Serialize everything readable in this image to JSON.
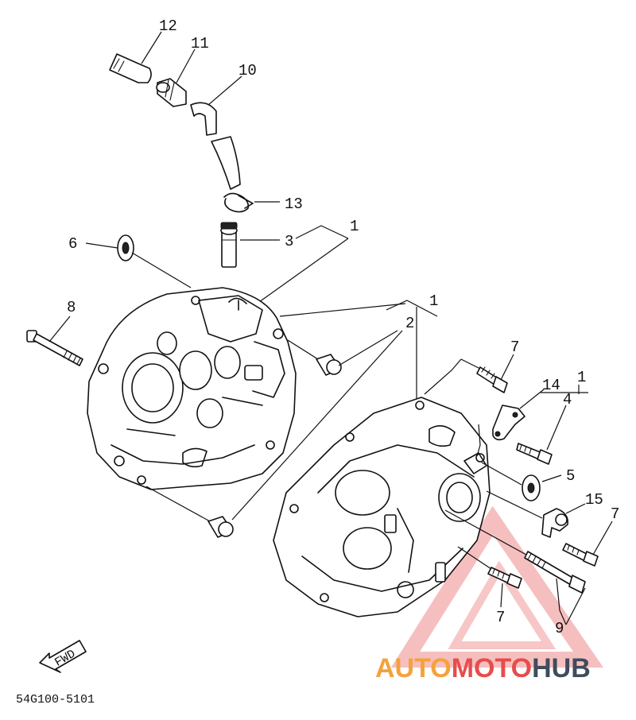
{
  "diagram": {
    "callouts": {
      "c12": "12",
      "c11": "11",
      "c10": "10",
      "c13": "13",
      "c3": "3",
      "c1a": "1",
      "c6": "6",
      "c8": "8",
      "c1b": "1",
      "c2": "2",
      "c7a": "7",
      "c14": "14",
      "c1c": "1",
      "c4": "4",
      "c5": "5",
      "c15": "15",
      "c7b": "7",
      "c7c": "7",
      "c9": "9"
    },
    "fwd_label": "FWD",
    "drawing_code": "54G100-5101"
  },
  "watermark": {
    "part1": "AUTO",
    "part2": "MOTO",
    "part3": "HUB",
    "colors": {
      "orange": "#f4a23a",
      "red": "#e84c4c",
      "slate": "#3f4c5c"
    }
  }
}
